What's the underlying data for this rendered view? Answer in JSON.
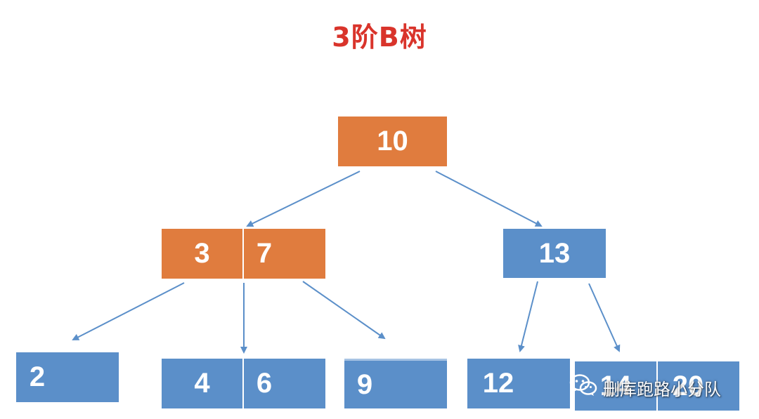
{
  "title": "3阶B树",
  "colors": {
    "title": "#d9342b",
    "internal_node": "#e07c3e",
    "leaf_node": "#5b8fc9",
    "edge": "#5b8fc9"
  },
  "tree": {
    "root": {
      "keys": [
        "10"
      ],
      "color": "orange"
    },
    "level1": [
      {
        "keys": [
          "3",
          "7"
        ],
        "color": "orange"
      },
      {
        "keys": [
          "13"
        ],
        "color": "blue"
      }
    ],
    "leaves": [
      {
        "keys": [
          "2"
        ]
      },
      {
        "keys": [
          "4",
          "6"
        ]
      },
      {
        "keys": [
          "9"
        ]
      },
      {
        "keys": [
          "12"
        ]
      },
      {
        "keys": [
          "14",
          "20"
        ]
      }
    ]
  },
  "watermark": {
    "icon": "wechat-icon",
    "text": "删库跑路小分队"
  }
}
